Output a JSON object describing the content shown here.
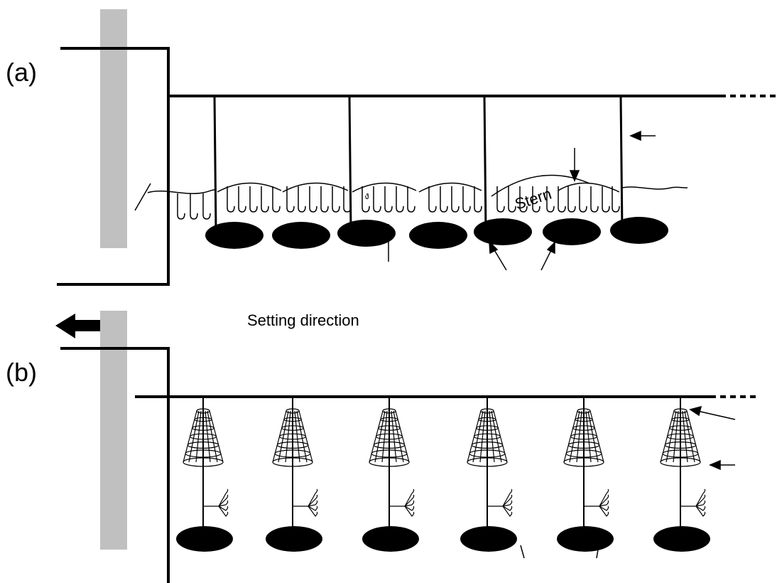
{
  "panel_a": {
    "label": "(a)",
    "annotation": "Stern",
    "annotation_small": "ง"
  },
  "panel_b": {
    "label": "(b)"
  },
  "setting_direction": "Setting direction",
  "colors": {
    "stroke": "#000000",
    "pole": "#c0c0c0",
    "fill": "#000000",
    "background": "#ffffff"
  }
}
